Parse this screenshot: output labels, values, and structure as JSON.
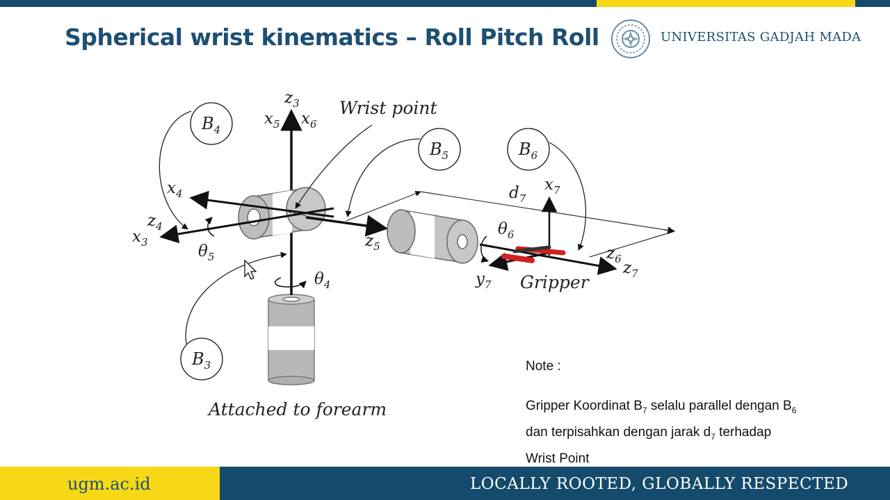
{
  "header": {
    "title": "Spherical wrist kinematics – Roll Pitch Roll",
    "university": "UNIVERSITAS GADJAH MADA",
    "logo_icon": "ugm-seal-icon"
  },
  "diagram": {
    "wrist_point": "Wrist point",
    "attached": "Attached to forearm",
    "gripper": "Gripper",
    "frames": {
      "b3": {
        "main": "B",
        "sub": "3"
      },
      "b4": {
        "main": "B",
        "sub": "4"
      },
      "b5": {
        "main": "B",
        "sub": "5"
      },
      "b6": {
        "main": "B",
        "sub": "6"
      }
    },
    "axes": {
      "z3": {
        "main": "z",
        "sub": "3"
      },
      "x5": {
        "main": "x",
        "sub": "5"
      },
      "x6": {
        "main": "x",
        "sub": "6"
      },
      "x4": {
        "main": "x",
        "sub": "4"
      },
      "z4": {
        "main": "z",
        "sub": "4"
      },
      "x3": {
        "main": "x",
        "sub": "3"
      },
      "z5": {
        "main": "z",
        "sub": "5"
      },
      "x7": {
        "main": "x",
        "sub": "7"
      },
      "z6": {
        "main": "z",
        "sub": "6"
      },
      "z7": {
        "main": "z",
        "sub": "7"
      },
      "y7": {
        "main": "y",
        "sub": "7"
      },
      "d7": {
        "main": "d",
        "sub": "7"
      }
    },
    "angles": {
      "theta4": {
        "main": "θ",
        "sub": "4"
      },
      "theta5": {
        "main": "θ",
        "sub": "5"
      },
      "theta6": {
        "main": "θ",
        "sub": "6"
      }
    }
  },
  "note": {
    "heading": "Note :",
    "line1_a": "Gripper Koordinat B",
    "line1_sub1": "7",
    "line1_b": " selalu parallel dengan B",
    "line1_sub2": "6",
    "line2_a": "dan terpisahkan dengan jarak d",
    "line2_sub": "7",
    "line2_b": " terhadap",
    "line3": "Wrist Point"
  },
  "footer": {
    "url": "ugm.ac.id",
    "motto": "LOCALLY ROOTED, GLOBALLY RESPECTED"
  },
  "colors": {
    "brand_blue": "#144a6b",
    "brand_yellow": "#f6d816",
    "title_blue": "#1d4f72",
    "gripper_red": "#d42020"
  }
}
